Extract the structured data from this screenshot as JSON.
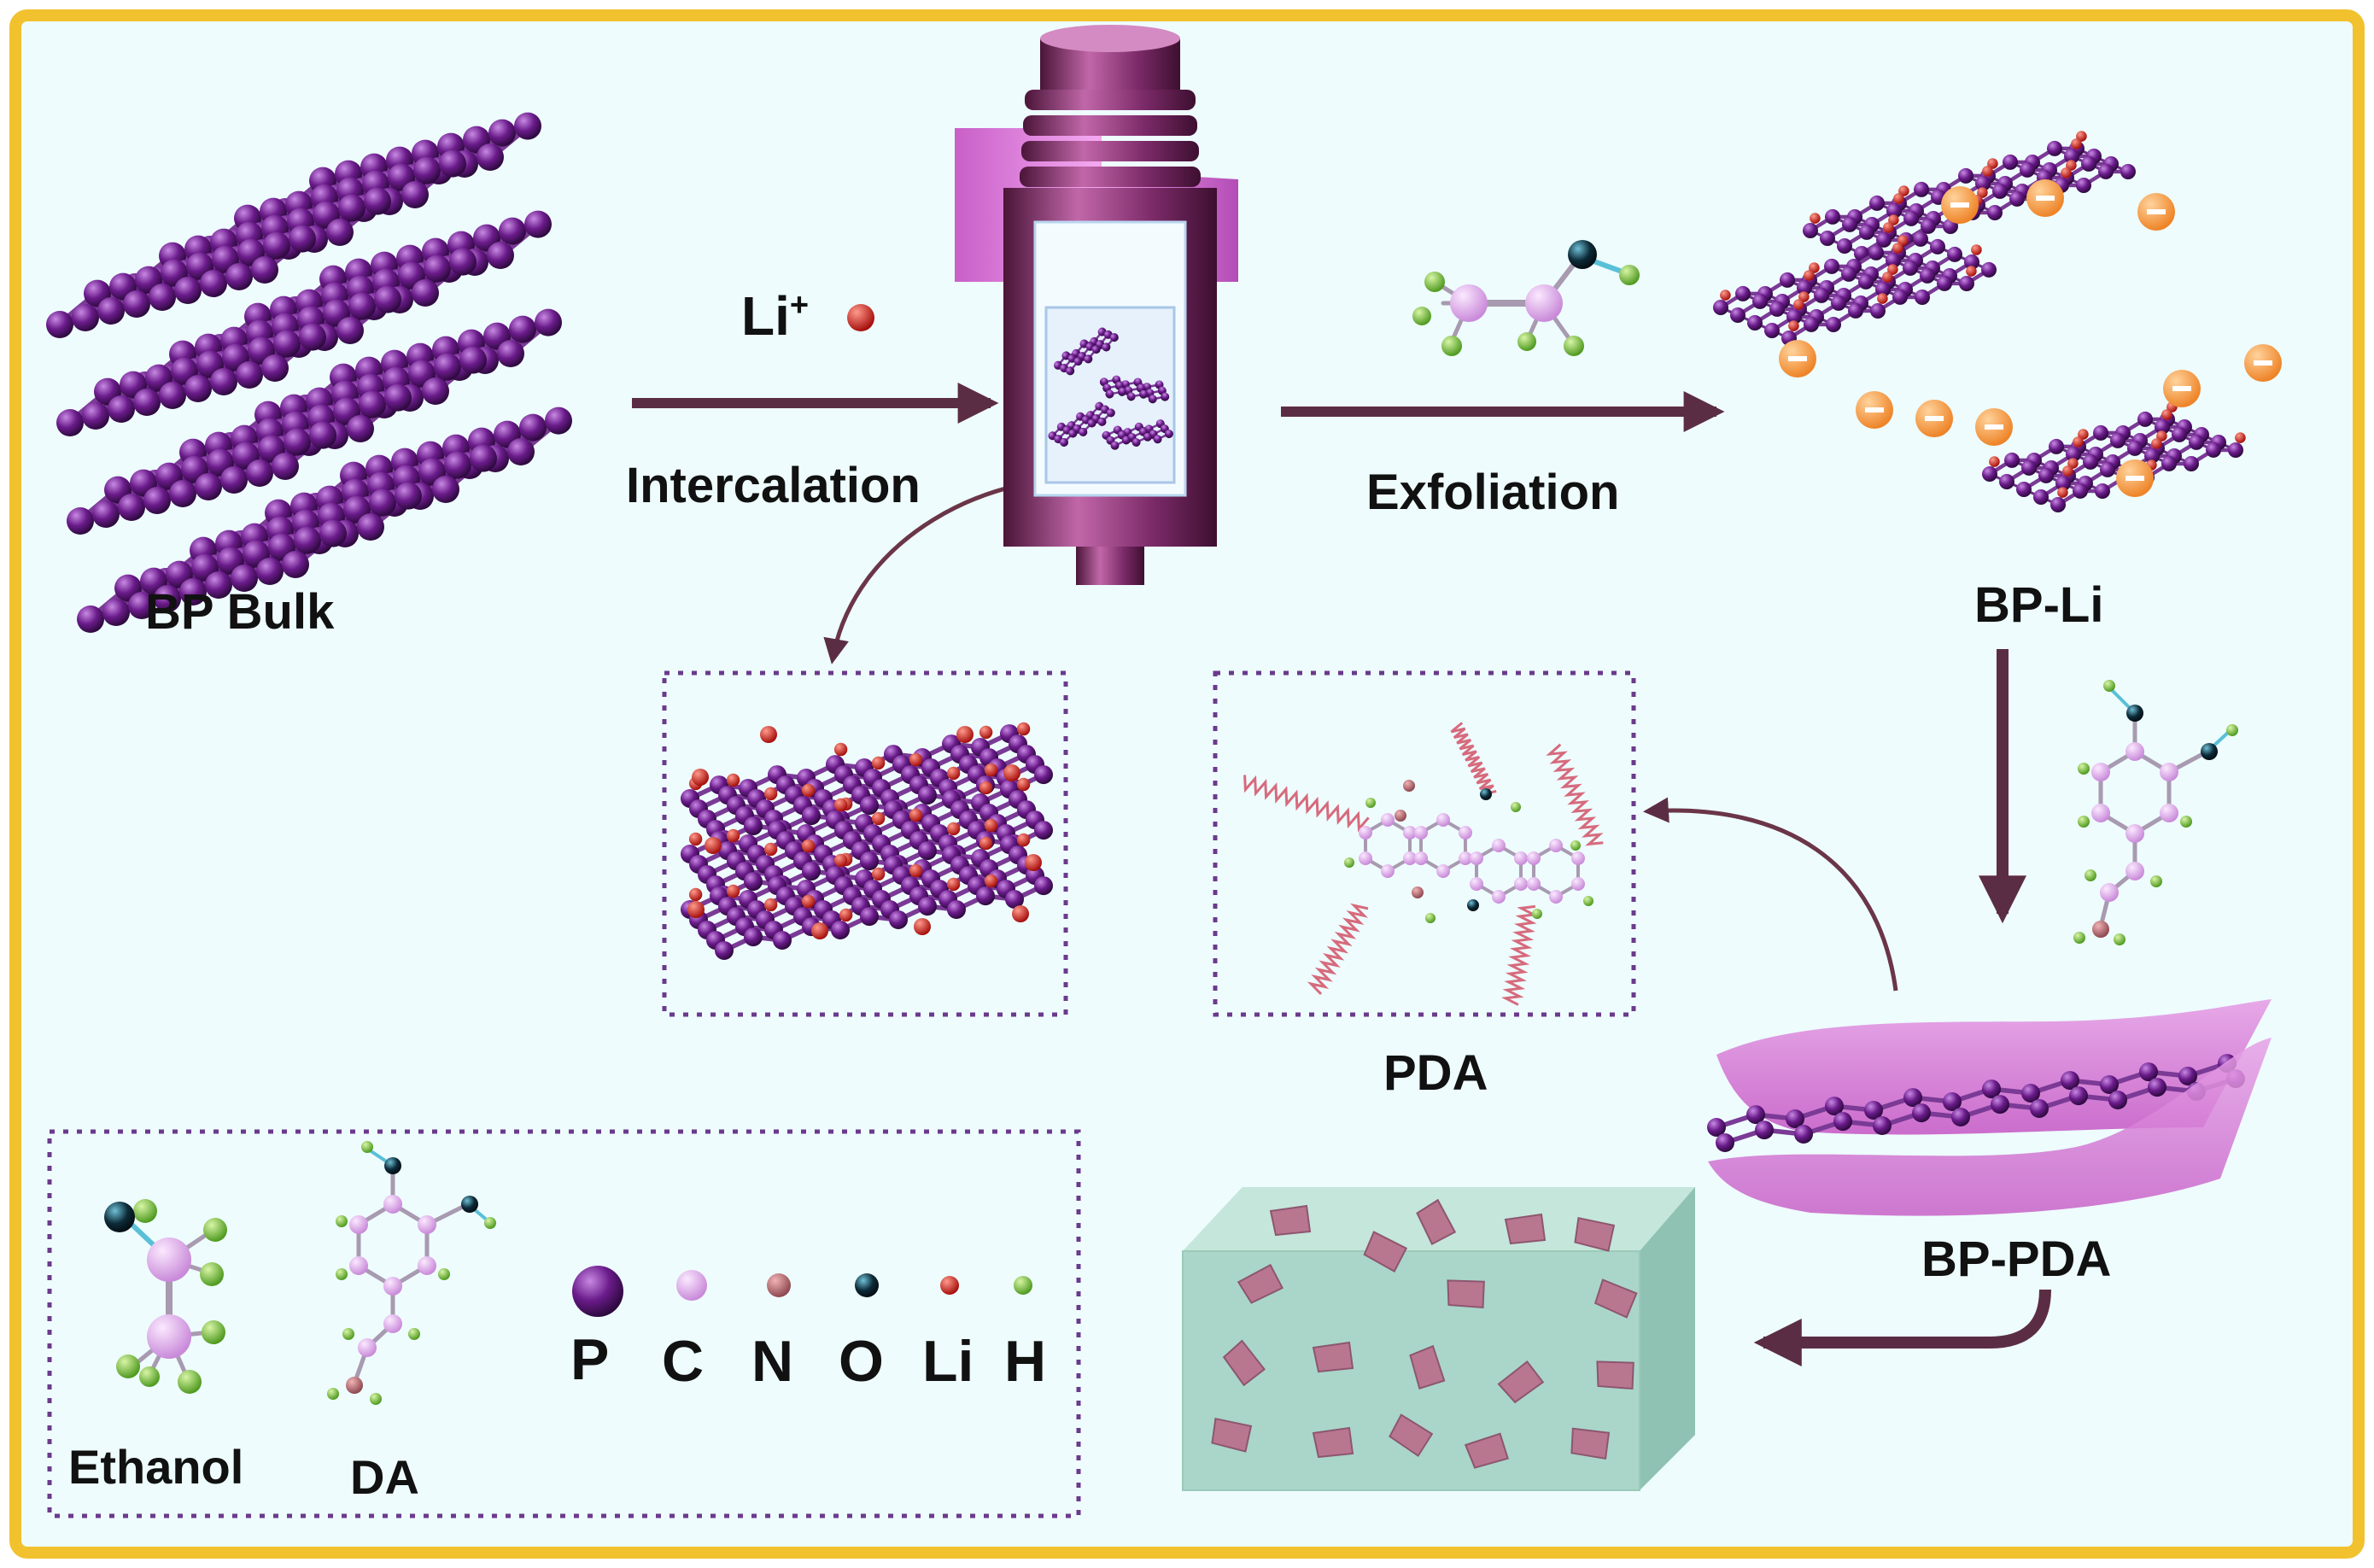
{
  "colors": {
    "frame": "#f2c12e",
    "background": "#eefcfd",
    "phosphorus": "#6a1b8a",
    "carbon": "#d9a3e8",
    "nitrogen": "#b86a70",
    "oxygen": "#0c2a38",
    "lithium": "#d6201b",
    "hydrogen": "#79c23a",
    "charge": "#f39a3c",
    "arrow": "#5b2d45",
    "pda_sheet": "#d679d6",
    "matrix": "#a9d6c8"
  },
  "labels": {
    "li_ion": "Li",
    "li_charge": "+",
    "intercalation": "Intercalation",
    "exfoliation": "Exfoliation",
    "bp_bulk": "BP Bulk",
    "bp_li": "BP-Li",
    "pda": "PDA",
    "bp_pda": "BP-PDA"
  },
  "legend": {
    "ethanol": "Ethanol",
    "da": "DA",
    "atoms": [
      "P",
      "C",
      "N",
      "O",
      "Li",
      "H"
    ]
  }
}
